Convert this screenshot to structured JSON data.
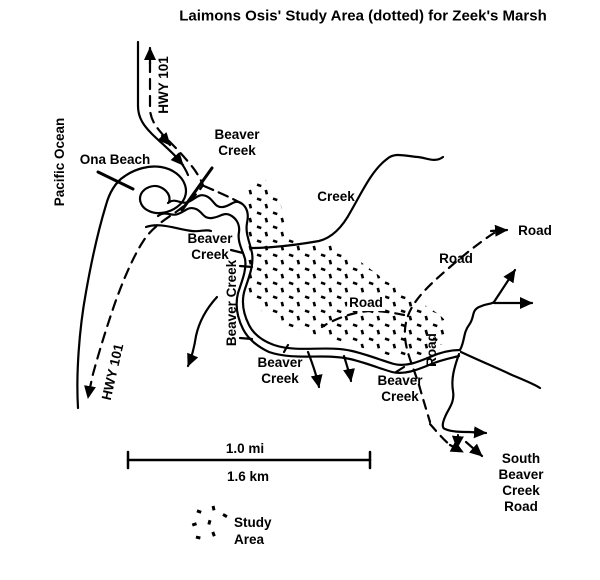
{
  "title": "Laimons Osis' Study Area (dotted) for Zeek's Marsh",
  "map_labels": {
    "pacific_ocean": "Pacific Ocean",
    "hwy_101": "HWY 101",
    "ona_beach": "Ona Beach",
    "beaver_creek": "Beaver Creek",
    "creek": "Creek",
    "road": "Road",
    "south_beaver_creek_road": "South Beaver Creek Road"
  },
  "scale_bar": {
    "miles_label": "1.0 mi",
    "kilometers_label": "1.6 km"
  },
  "legend": {
    "study_area_label": "Study Area",
    "swatch": "dotted-pattern"
  },
  "colors": {
    "ink": "#000000",
    "paper": "#ffffff"
  }
}
